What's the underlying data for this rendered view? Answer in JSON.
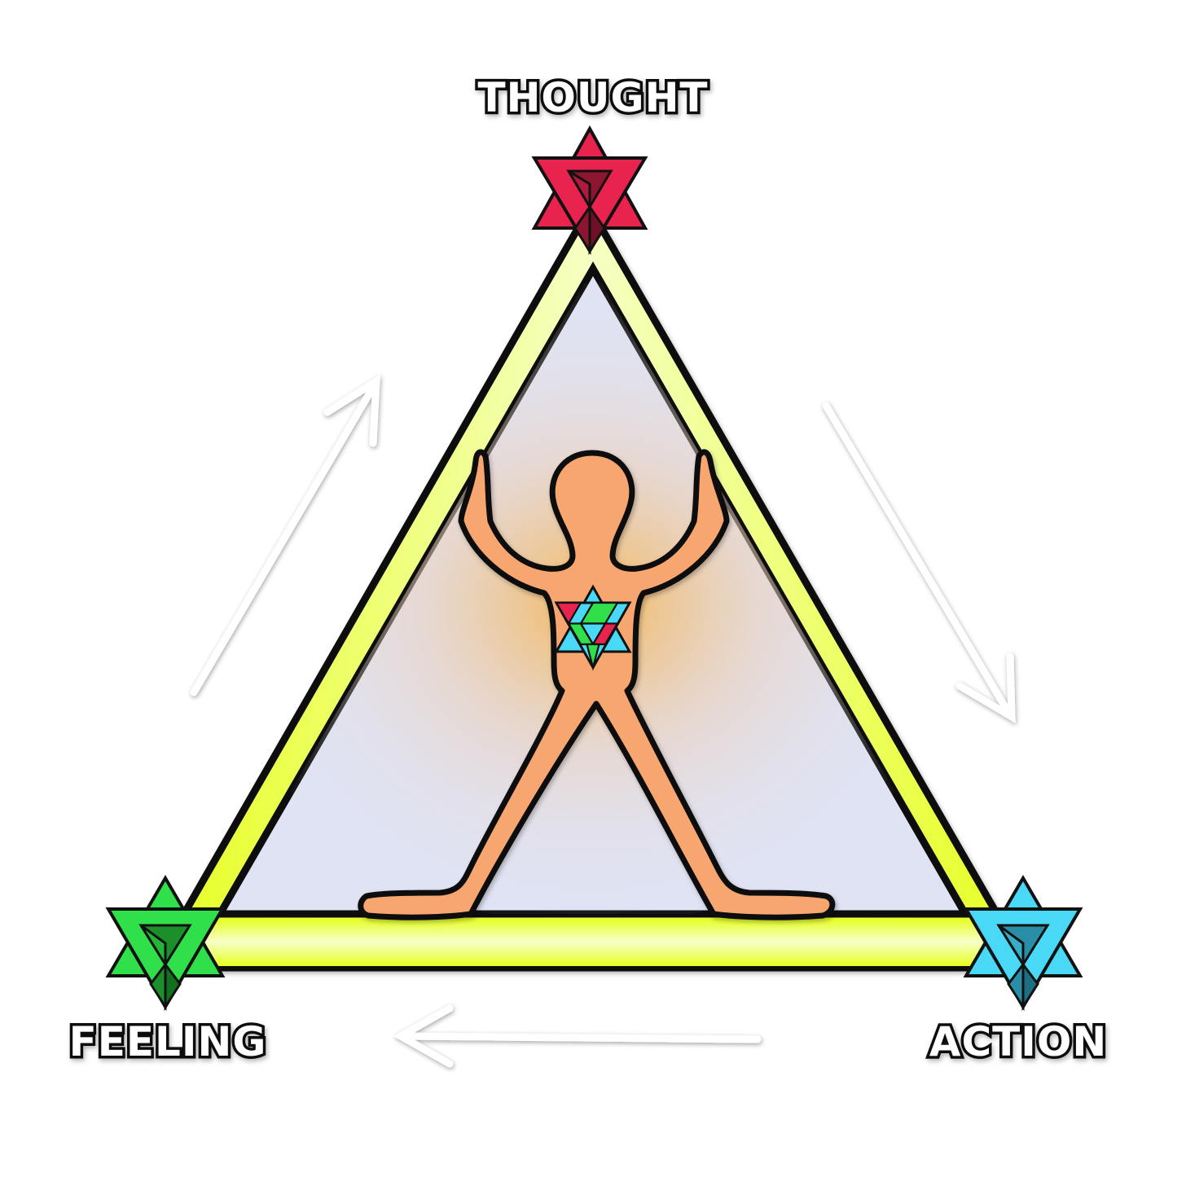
{
  "labels": {
    "top": "THOUGHT",
    "bottom_left": "FEELING",
    "bottom_right": "ACTION"
  },
  "nodes": {
    "top_star_color": "#e8234e",
    "left_star_color": "#2fe04a",
    "right_star_color": "#49d8f5",
    "center_star_colors": [
      "#49d8f5",
      "#2fe04a",
      "#e8234e"
    ]
  },
  "colors": {
    "triangle_band": "#e9ff2a",
    "triangle_inner": "#e0e3f4",
    "figure_fill": "#f8a670",
    "outline": "#111111",
    "arrows": "#ffffff"
  },
  "icons": [
    "star-tetrahedron-icon",
    "human-figure-icon",
    "arrow-icon"
  ]
}
